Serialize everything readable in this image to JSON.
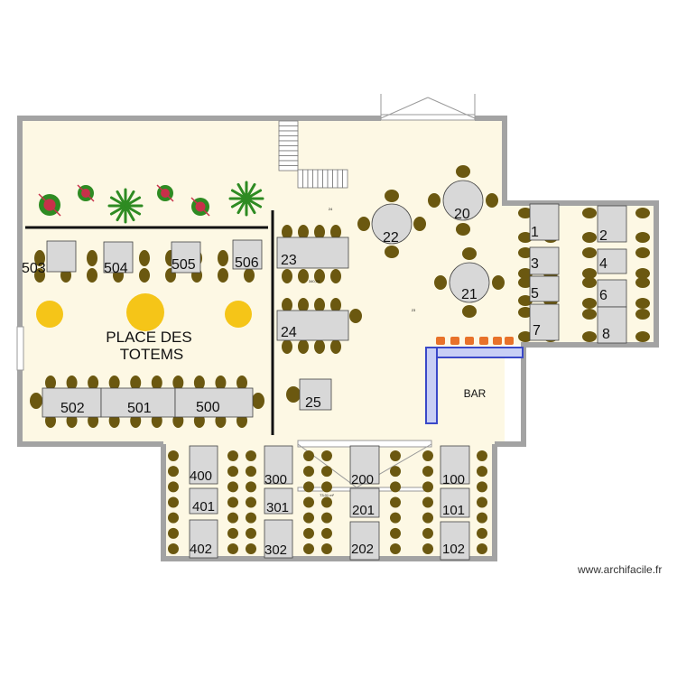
{
  "colors": {
    "floor": "#fdf8e4",
    "wall": "#a3a3a3",
    "partition": "#111111",
    "chair": "#6b5810",
    "table_fill": "#d8d8d8",
    "table_stroke": "#444444",
    "totem": "#f5c518",
    "bar_counter": "#3a48c8",
    "bar_item": "#e8722a",
    "plant": "#2e8b22"
  },
  "zones": {
    "totems_label_line1": "PLACE DES",
    "totems_label_line2": "TOTEMS",
    "bar_label": "BAR"
  },
  "small_labels": {
    "a": "24",
    "b": "340,33",
    "c": "23",
    "d": "73,01 m²"
  },
  "tables": {
    "t503": "503",
    "t504": "504",
    "t505": "505",
    "t506": "506",
    "t502": "502",
    "t501": "501",
    "t500": "500",
    "t23": "23",
    "t24": "24",
    "t25": "25",
    "t22": "22",
    "t20": "20",
    "t21": "21",
    "t1": "1",
    "t2": "2",
    "t3": "3",
    "t4": "4",
    "t5": "5",
    "t6": "6",
    "t7": "7",
    "t8": "8",
    "t400": "400",
    "t401": "401",
    "t402": "402",
    "t300": "300",
    "t301": "301",
    "t302": "302",
    "t200": "200",
    "t201": "201",
    "t202": "202",
    "t100": "100",
    "t101": "101",
    "t102": "102"
  },
  "watermark": "www.archifacile.fr"
}
